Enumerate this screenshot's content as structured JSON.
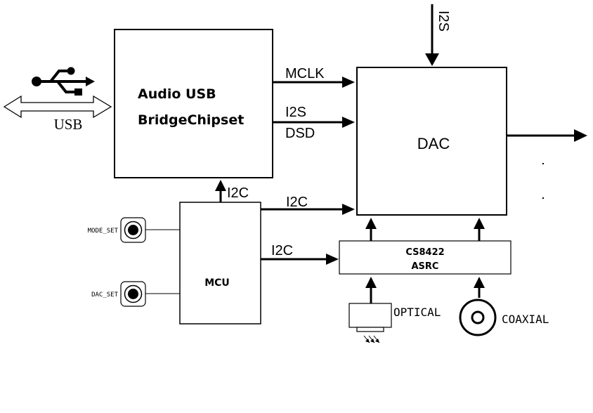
{
  "blocks": {
    "usb_bridge": {
      "line1": "Audio USB",
      "line2": "BridgeChipset"
    },
    "dac": {
      "label": "DAC"
    },
    "mcu": {
      "label": "MCU"
    },
    "asrc": {
      "line1": "CS8422",
      "line2": "ASRC"
    }
  },
  "signals": {
    "i2s_top": "I2S",
    "mclk": "MCLK",
    "i2s": "I2S",
    "dsd": "DSD",
    "i2c_mcu_bridge": "I2C",
    "i2c_mcu_dac": "I2C",
    "i2c_mcu_asrc": "I2C"
  },
  "usb": {
    "label": "USB"
  },
  "inputs": {
    "optical": "OPTICAL",
    "coaxial": "COAXIAL"
  },
  "buttons": {
    "mode_set": "MODE_SET",
    "dac_set": "DAC_SET"
  },
  "colors": {
    "line": "#000000",
    "background": "#ffffff"
  }
}
